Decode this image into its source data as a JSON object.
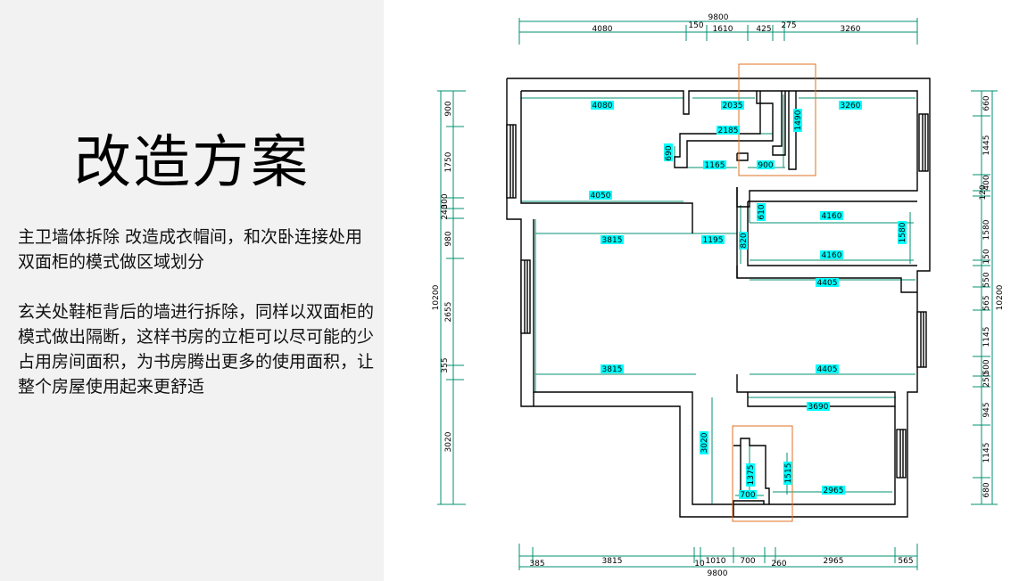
{
  "title": "改造方案",
  "paragraphs": [
    "主卫墙体拆除 改造成衣帽间，和次卧连接处用双面柜的模式做区域划分",
    "玄关处鞋柜背后的墙进行拆除，同样以双面柜的模式做出隔断，这样书房的立柜可以尽可能的少占用房间面积，为书房腾出更多的使用面积，让整个房屋使用起来更舒适"
  ],
  "colors": {
    "panel": "#f2f2f2",
    "wall": "#000000",
    "dim_line": "#009070",
    "label_bg": "#00ffff",
    "highlight": "#e07020"
  },
  "dimensions": {
    "top_total": "9800",
    "top": [
      "4080",
      "150",
      "1610",
      "425",
      "275",
      "3260"
    ],
    "bottom_total": "9800",
    "bottom": [
      "385",
      "3815",
      "10",
      "1010",
      "700",
      "260",
      "2965",
      "565"
    ],
    "left_total": "10200",
    "left": [
      "900",
      "1750",
      "300",
      "240",
      "980",
      "2655",
      "355",
      "3020"
    ],
    "right_total": "10200",
    "right": [
      "660",
      "1445",
      "400",
      "120",
      "1580",
      "150",
      "550",
      "565",
      "1145",
      "500",
      "250",
      "945",
      "1145",
      "680"
    ]
  },
  "rooms": {
    "r1": "4080",
    "r2": "2035",
    "r3": "1490",
    "r4": "3260",
    "r5": "2185",
    "r6": "690",
    "r7": "1165",
    "r8": "900",
    "r9": "4050",
    "r10": "3815",
    "r11": "1195",
    "r12": "820",
    "r13": "610",
    "r14": "4160",
    "r15": "1580",
    "r16": "4160",
    "r17": "4405",
    "r18": "3815",
    "r19": "4405",
    "r20": "3690",
    "r21": "3020",
    "r22": "1375",
    "r23": "1515",
    "r24": "700",
    "r25": "2965"
  }
}
